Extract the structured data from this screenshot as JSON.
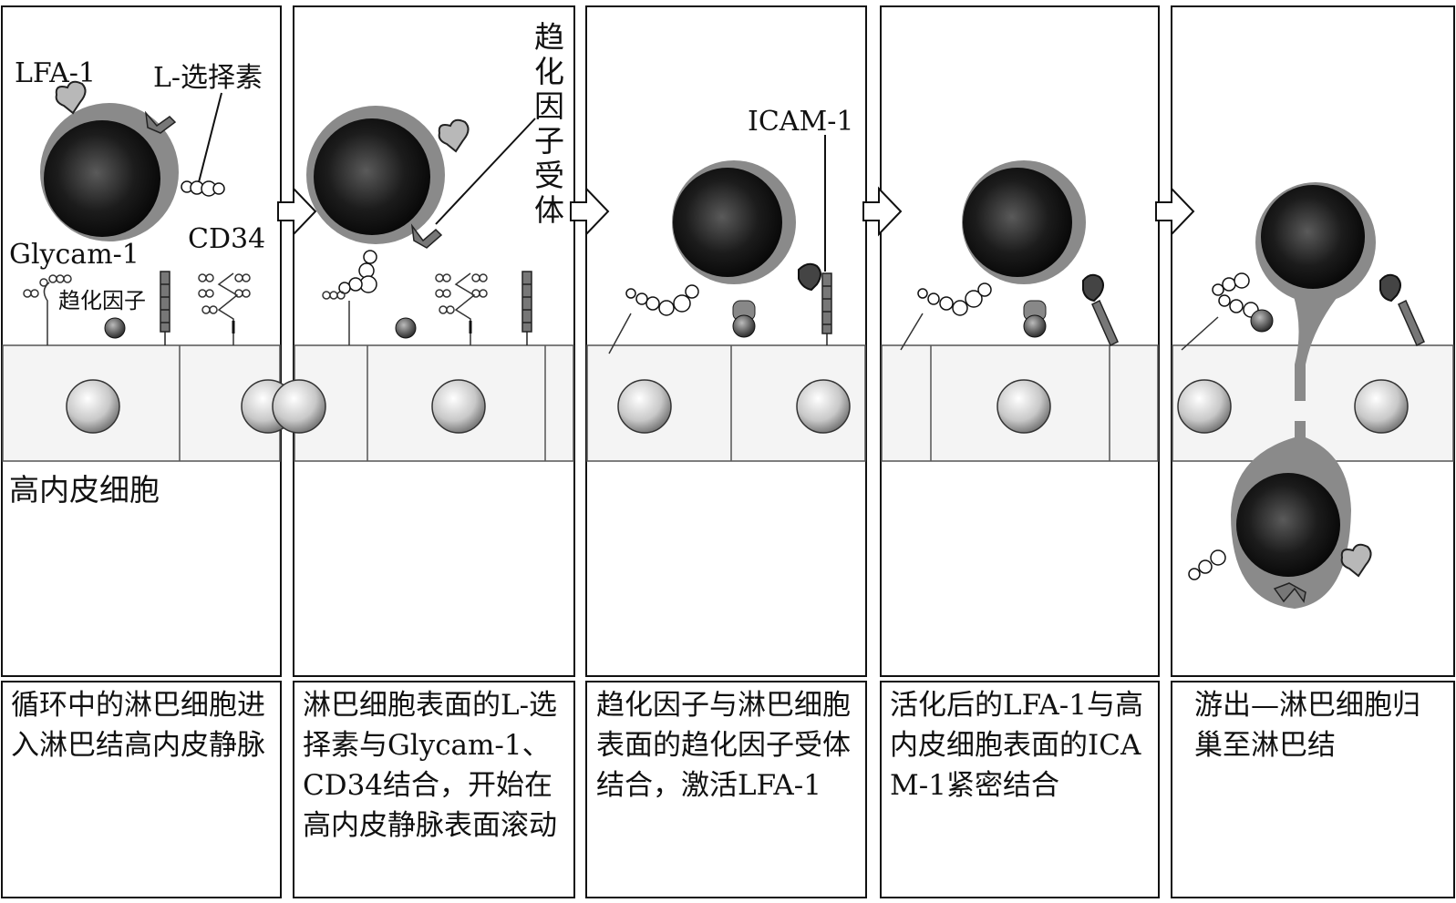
{
  "labels": {
    "lfa1": "LFA-1",
    "l_selectin": "L-选择素",
    "glycam1": "Glycam-1",
    "cd34": "CD34",
    "chemokine": "趋化因子",
    "chemokine_receptor": "趋化因子受体",
    "icam1": "ICAM-1",
    "hev_cells": "高内皮细胞"
  },
  "captions": [
    "循环中的淋巴细胞进入淋巴结高内皮静脉",
    "淋巴细胞表面的L-选择素与Glycam-1、CD34结合，开始在高内皮静脉表面滚动",
    "趋化因子与淋巴细胞表面的趋化因子受体结合，激活LFA-1",
    "活化后的LFA-1与高内皮细胞表面的ICAM-1紧密结合",
    "游出—淋巴细胞归巢至淋巴结"
  ]
}
